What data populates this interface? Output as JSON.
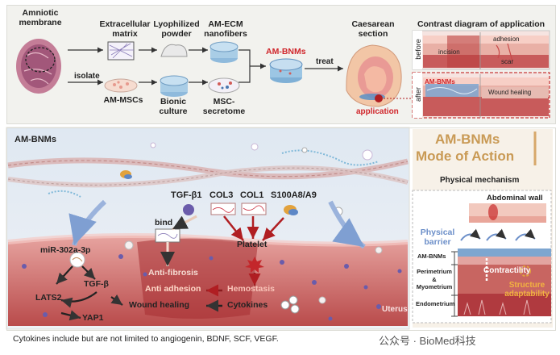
{
  "top": {
    "amniotic_membrane": "Amniotic membrane",
    "isolate": "isolate",
    "am_mscs": "AM-MSCs",
    "extracellular_matrix": "Extracellular matrix",
    "lyophilized_powder": "Lyophilized powder",
    "am_ecm_nanofibers": "AM-ECM nanofibers",
    "bionic_culture": "Bionic culture",
    "msc_secretome": "MSC-secretome",
    "am_bnms": "AM-BNMs",
    "treat": "treat",
    "caesarean_section": "Caesarean section",
    "application": "application",
    "contrast_title": "Contrast diagram of application",
    "before": "before",
    "after": "after",
    "incision": "incision",
    "adhesion": "adhesion",
    "scar": "scar",
    "am_bnms_small": "AM-BNMs",
    "wound_healing": "Wound healing"
  },
  "bottom": {
    "am_bnms": "AM-BNMs",
    "tgf_b1": "TGF-β1",
    "col3": "COL3",
    "col1": "COL1",
    "s100": "S100A8/A9",
    "bind": "bind",
    "platelet": "Platelet",
    "mir": "miR-302a-3p",
    "tgf_b": "TGF-β",
    "lats2": "LATS2",
    "yap1": "YAP1",
    "anti_fibrosis": "Anti-fibrosis",
    "anti_adhesion": "Anti adhesion",
    "hemostasis": "Hemostasis",
    "wound_healing": "Wound healing",
    "cytokines": "Cytokines",
    "uterus": "Uterus"
  },
  "moa": {
    "title_line1": "AM-BNMs",
    "title_line2": "Mode of Action",
    "physical_mechanism": "Physical mechanism",
    "abdominal_wall": "Abdominal wall",
    "physical_barrier": "Physical barrier",
    "am_bnms": "AM-BNMs",
    "perimetrium": "Perimetrium",
    "amp": "&",
    "myometrium": "Myometrium",
    "endometrium": "Endometrium",
    "contractility": "Contractility",
    "structure": "Structure",
    "adaptability": "adaptability"
  },
  "footer": {
    "note": "Cytokines include but are not limited to angiogenin, BDNF, SCF, VEGF.",
    "watermark": "公众号 · BioMed科技"
  },
  "colors": {
    "accent_red": "#d0262b",
    "moa_gold": "#c99a55",
    "barrier_blue": "#6c8fc9"
  }
}
